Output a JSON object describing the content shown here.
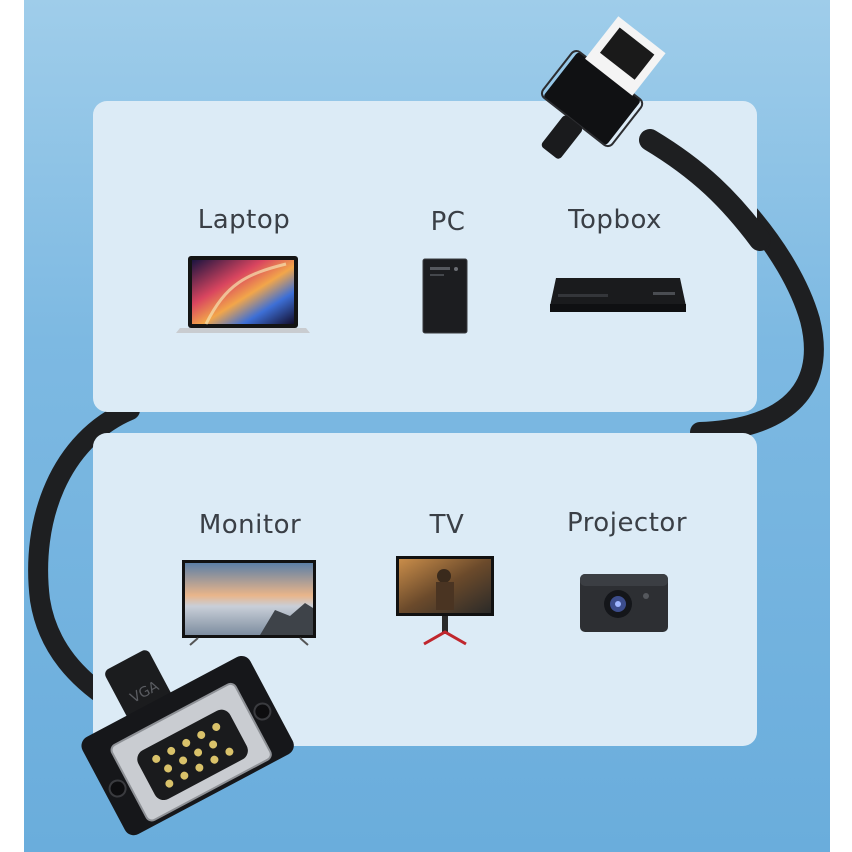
{
  "colors": {
    "background": "#7db9e2",
    "panel": "#dcebf6",
    "label_text": "#3a3f46",
    "cable": "#1e1f21"
  },
  "connectors": {
    "top_plug": "hdmi-plug-icon",
    "bottom_plug": "vga-plug-icon",
    "vga_marking": "VGA"
  },
  "sources": {
    "laptop": {
      "label": "Laptop",
      "icon": "laptop-icon"
    },
    "pc": {
      "label": "PC",
      "icon": "pc-tower-icon"
    },
    "topbox": {
      "label": "Topbox",
      "icon": "set-top-box-icon"
    }
  },
  "displays": {
    "monitor": {
      "label": "Monitor",
      "icon": "monitor-icon"
    },
    "tv": {
      "label": "TV",
      "icon": "tv-icon"
    },
    "projector": {
      "label": "Projector",
      "icon": "projector-icon"
    }
  }
}
